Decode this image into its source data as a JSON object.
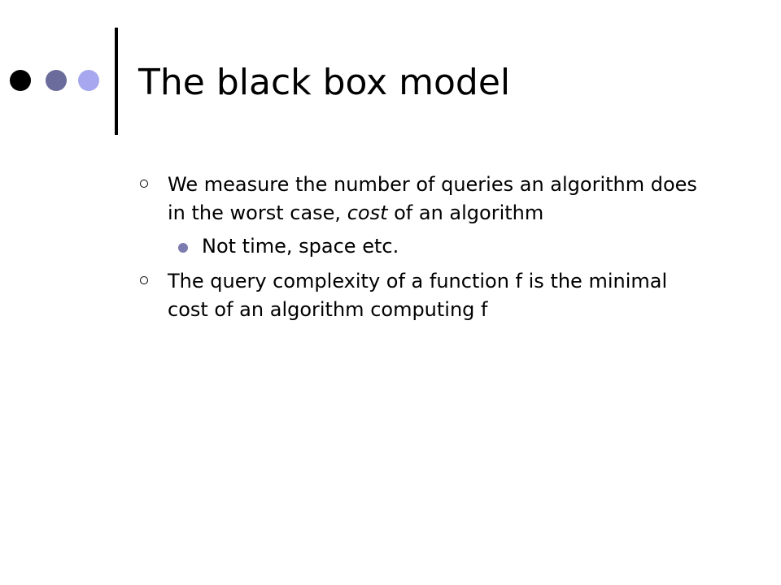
{
  "slide": {
    "title": "The black box model",
    "decoration": {
      "dot_colors": [
        "#000000",
        "#6b6b9c",
        "#a7a7ef"
      ],
      "divider_color": "#000000",
      "sub_bullet_color": "#7c7cb0"
    },
    "bullets": [
      {
        "level": 1,
        "text_before": "We measure the number of queries an algorithm does in the worst case, ",
        "text_italic": "cost",
        "text_after": " of an algorithm"
      },
      {
        "level": 2,
        "text": "Not time, space etc."
      },
      {
        "level": 1,
        "text": "The query complexity of a function f is the minimal cost of an algorithm computing f"
      }
    ]
  }
}
